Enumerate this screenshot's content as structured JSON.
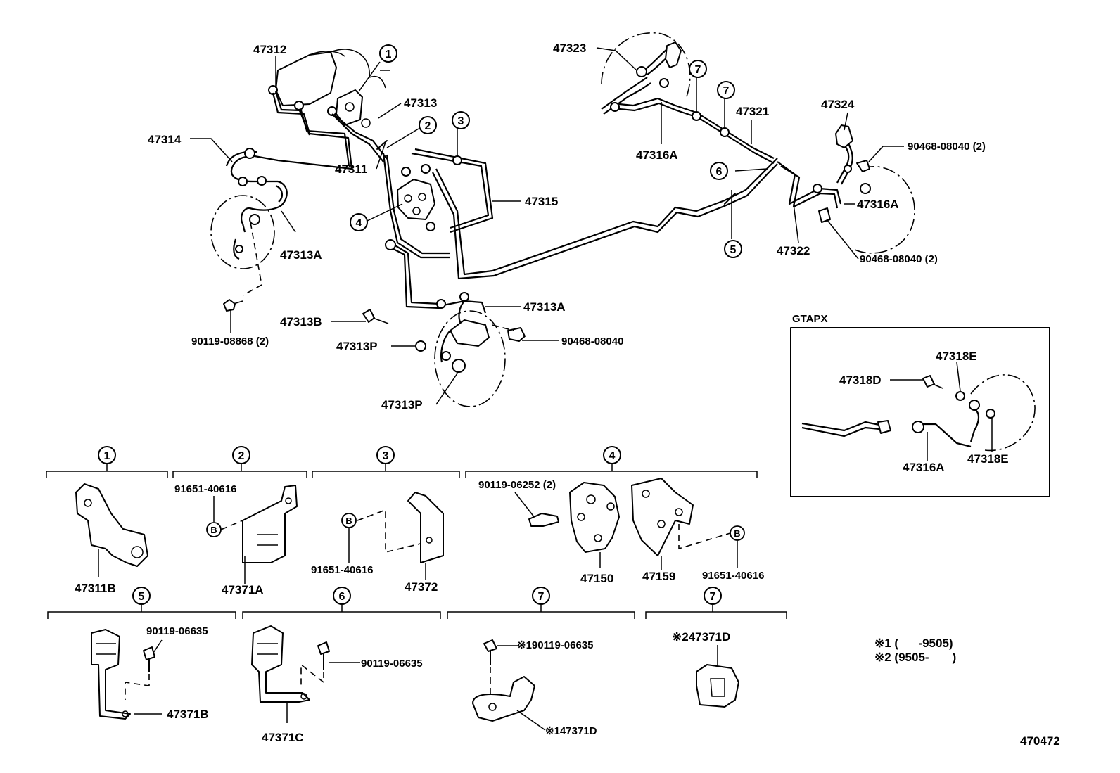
{
  "diagram_number": "470472",
  "main_labels": {
    "p47312": "47312",
    "p47313": "47313",
    "p47314": "47314",
    "p47311": "47311",
    "p47315": "47315",
    "p47313A_left": "47313A",
    "p47313A_center": "47313A",
    "p47313B": "47313B",
    "p47313P_1": "47313P",
    "p47313P_2": "47313P",
    "p90119_08868": "90119-08868 (2)",
    "p90468_08040_center": "90468-08040",
    "p47323": "47323",
    "p47321": "47321",
    "p47316A_top": "47316A",
    "p47324": "47324",
    "p90468_08040_r1": "90468-08040 (2)",
    "p47316A_right": "47316A",
    "p47322": "47322",
    "p90468_08040_r2": "90468-08040 (2)"
  },
  "ref_numbers": {
    "r1": "1",
    "r2": "2",
    "r3": "3",
    "r4": "4",
    "r5": "5",
    "r6": "6",
    "r7": "7"
  },
  "gtapx": {
    "title": "GTAPX",
    "p47318E_top": "47318E",
    "p47318D": "47318D",
    "p47316A": "47316A",
    "p47318E_bottom": "47318E"
  },
  "details": {
    "d1": {
      "num": "1",
      "part": "47311B"
    },
    "d2": {
      "num": "2",
      "bolt": "91651-40616",
      "part": "47371A",
      "mark": "B"
    },
    "d3": {
      "num": "3",
      "bolt": "91651-40616",
      "part": "47372",
      "mark": "B"
    },
    "d4": {
      "num": "4",
      "bolt_a": "90119-06252 (2)",
      "part_a": "47150",
      "part_b": "47159",
      "bolt_b": "91651-40616",
      "mark": "B"
    },
    "d5": {
      "num": "5",
      "bolt": "90119-06635",
      "part": "47371B"
    },
    "d6": {
      "num": "6",
      "bolt": "90119-06635",
      "part": "47371C"
    },
    "d7a": {
      "num": "7",
      "bolt": "※190119-06635",
      "part": "※147371D"
    },
    "d7b": {
      "num": "7",
      "part": "※247371D"
    }
  },
  "notes": {
    "n1": "※1 (      -9505)",
    "n2": "※2 (9505-       )"
  }
}
